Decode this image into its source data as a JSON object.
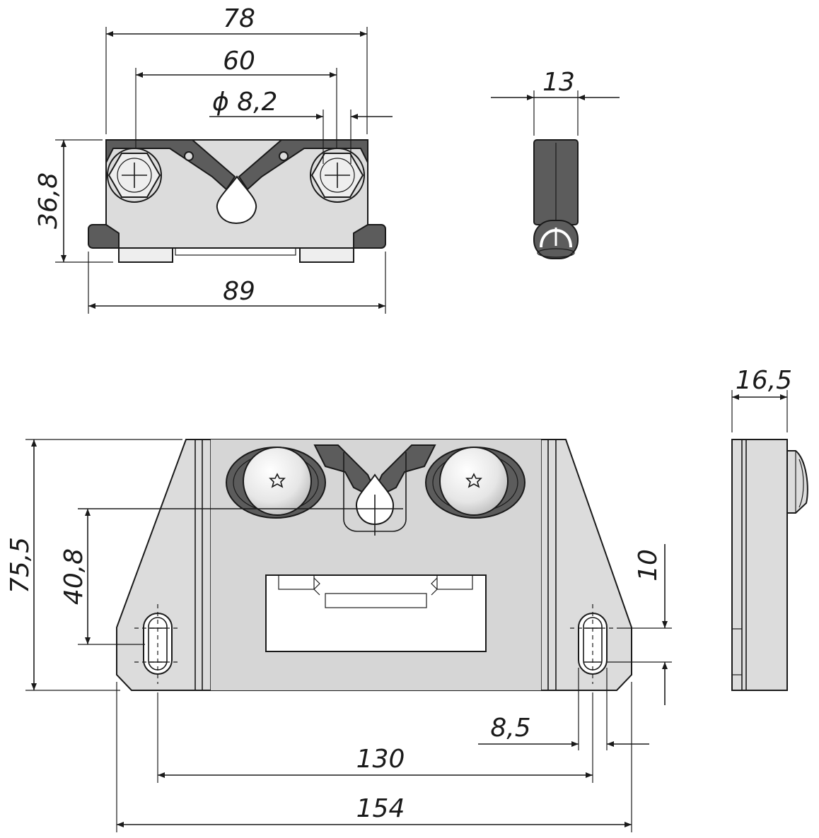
{
  "dimensions": {
    "top_overall_width": "78",
    "top_hole_spacing": "60",
    "top_hole_diameter": "ϕ 8,2",
    "top_height": "36,8",
    "top_base_width": "89",
    "side_top_width": "13",
    "side_bottom_width": "16,5",
    "front_height": "75,5",
    "front_center_height": "40,8",
    "slot_length": "10",
    "slot_width": "8,5",
    "slot_spacing": "130",
    "front_overall_width": "154"
  },
  "colors": {
    "line": "#1a1a1a",
    "body_fill": "#dcdcdc",
    "dark_part": "#5c5c5c",
    "light_part": "#eeeeee"
  }
}
